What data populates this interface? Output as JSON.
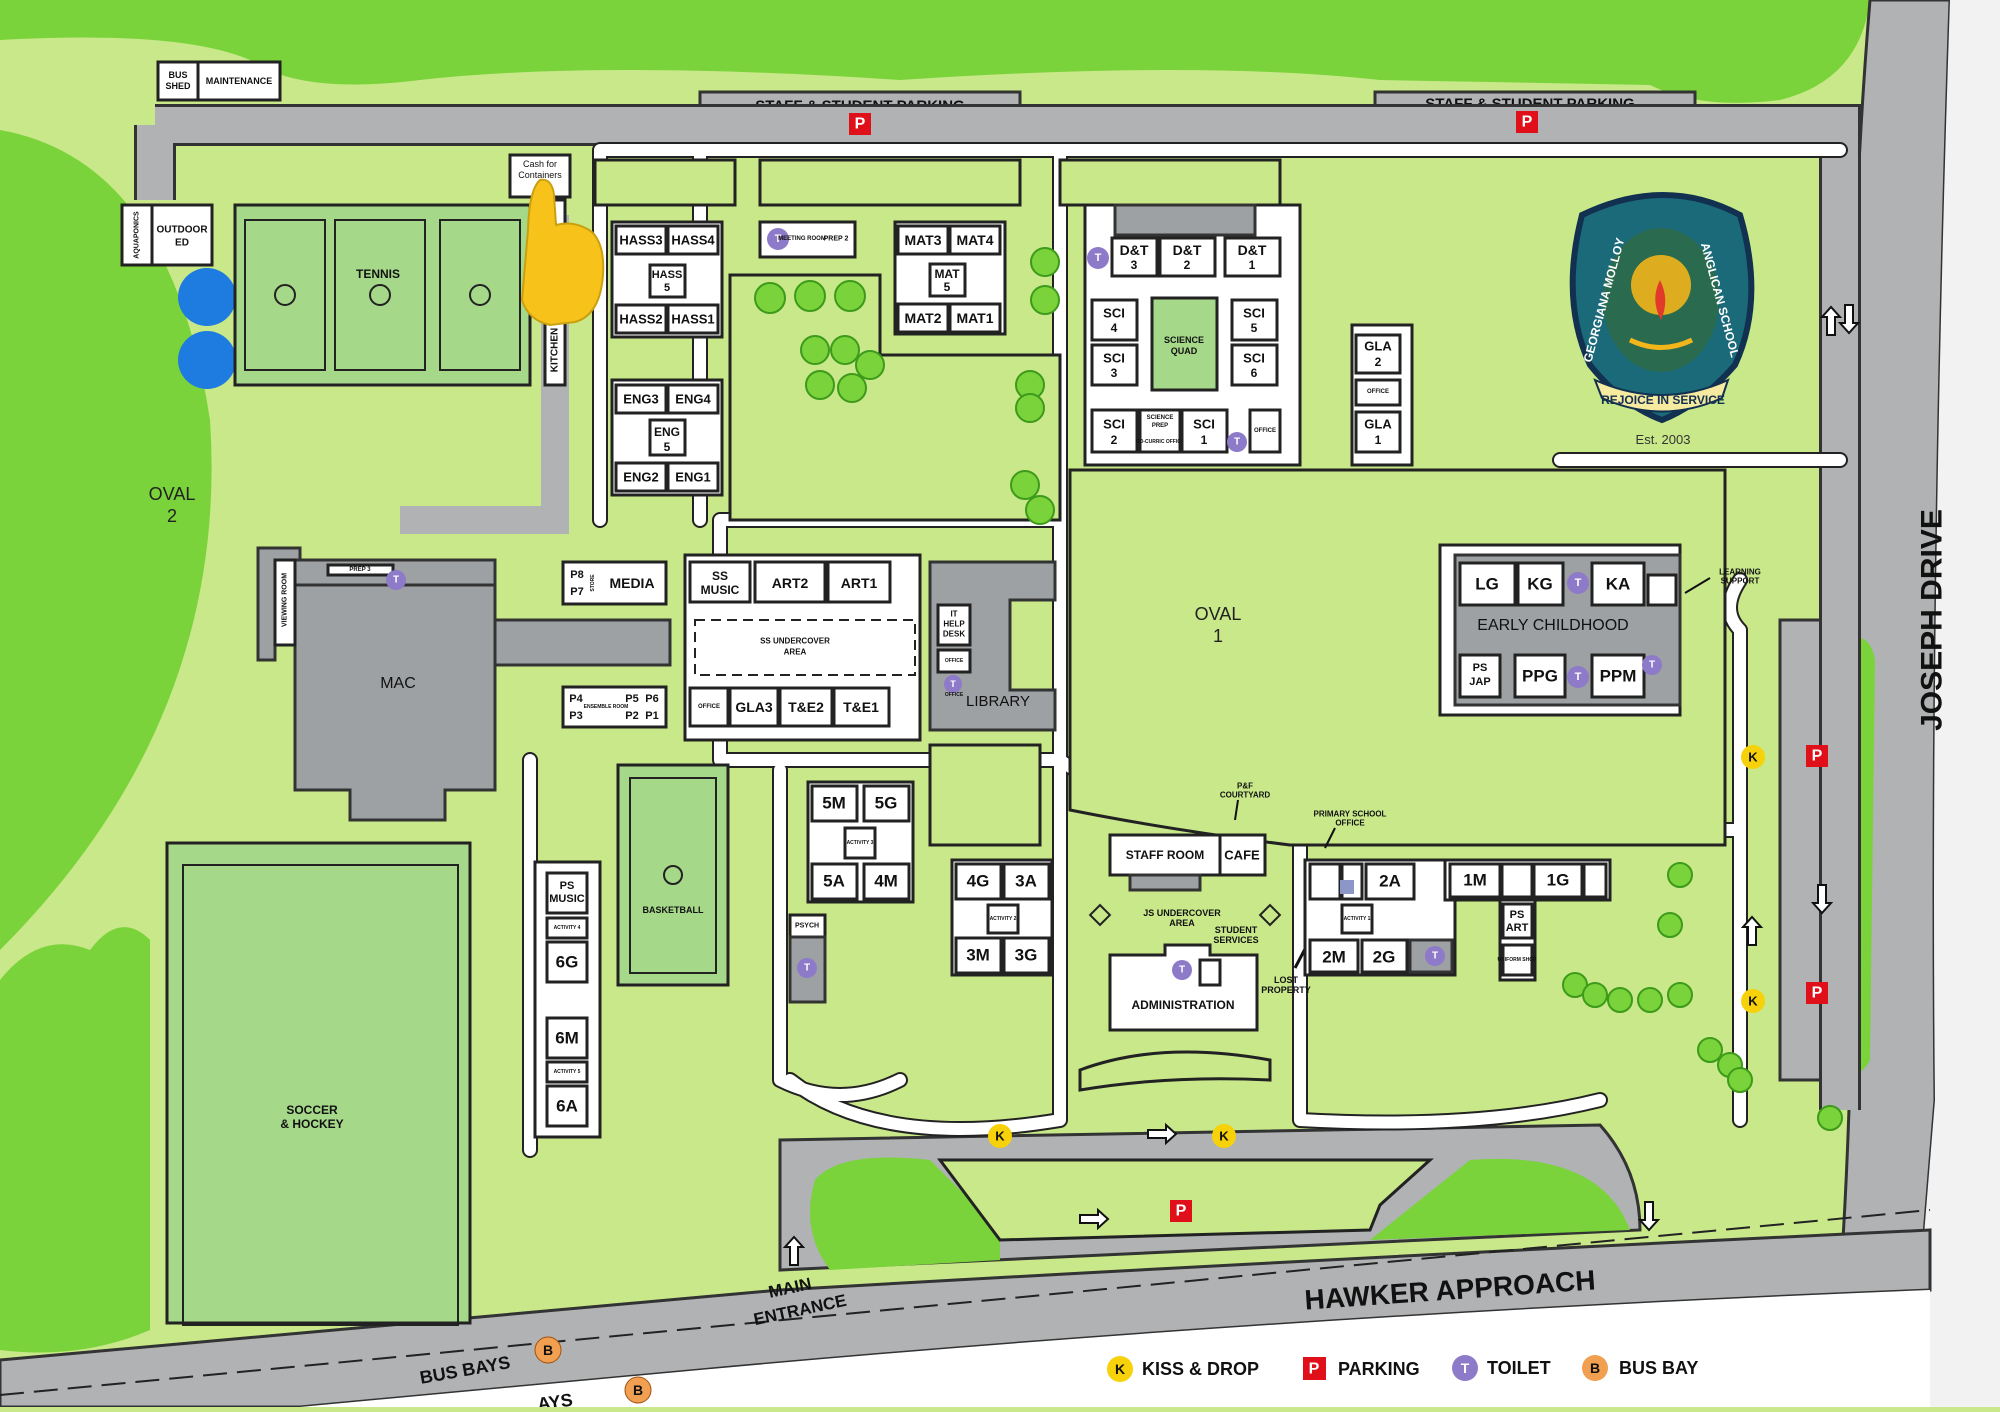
{
  "map": {
    "parking_top_left": "STAFF & STUDENT PARKING",
    "parking_top_right": "STAFF & STUDENT PARKING",
    "road_main": "HAWKER APPROACH",
    "road_side": "JOSEPH DRIVE",
    "bus_bays": "BUS BAYS",
    "bus_bays_2": "AYS",
    "main_entrance_1": "MAIN",
    "main_entrance_2": "ENTRANCE",
    "oval1_a": "OVAL",
    "oval1_b": "1",
    "oval2_a": "OVAL",
    "oval2_b": "2",
    "marker_p": "P",
    "marker_k": "K",
    "marker_t": "T",
    "marker_b": "B"
  },
  "logo": {
    "name_left": "GEORGIANA MOLLOY",
    "name_right": "ANGLICAN SCHOOL",
    "motto": "REJOICE IN SERVICE",
    "est": "Est. 2003"
  },
  "buildings": {
    "bus_shed_1": "BUS",
    "bus_shed_2": "SHED",
    "maintenance": "MAINTENANCE",
    "aquaponics": "AQUAPONICS",
    "outdoor_ed_1": "OUTDOOR",
    "outdoor_ed_2": "ED",
    "tennis": "TENNIS",
    "cash_1": "Cash for",
    "cash_2": "Containers",
    "kitchen": "KITCHEN",
    "hass3": "HASS3",
    "hass4": "HASS4",
    "hass5a": "HASS",
    "hass5b": "5",
    "hass2": "HASS2",
    "hass1": "HASS1",
    "meeting_room": "MEETING ROOM",
    "prep2": "PREP 2",
    "mat3": "MAT3",
    "mat4": "MAT4",
    "mat5a": "MAT",
    "mat5b": "5",
    "mat2": "MAT2",
    "mat1": "MAT1",
    "dt3a": "D&T",
    "dt3b": "3",
    "dt2a": "D&T",
    "dt2b": "2",
    "dt1a": "D&T",
    "dt1b": "1",
    "sci4a": "SCI",
    "sci4b": "4",
    "sci3a": "SCI",
    "sci3b": "3",
    "sci5a": "SCI",
    "sci5b": "5",
    "sci6a": "SCI",
    "sci6b": "6",
    "sci2a": "SCI",
    "sci2b": "2",
    "sci1a": "SCI",
    "sci1b": "1",
    "science_quad_1": "SCIENCE",
    "science_quad_2": "QUAD",
    "science_prep_1": "SCIENCE",
    "science_prep_2": "PREP",
    "co_curric": "CO-CURRIC OFFICE",
    "office": "OFFICE",
    "gla2a": "GLA",
    "gla2b": "2",
    "gla1a": "GLA",
    "gla1b": "1",
    "eng3": "ENG3",
    "eng4": "ENG4",
    "eng5a": "ENG",
    "eng5b": "5",
    "eng2": "ENG2",
    "eng1": "ENG1",
    "prep3": "PREP 3",
    "viewing_room": "VIEWING ROOM",
    "mac": "MAC",
    "p8": "P8",
    "p7": "P7",
    "store": "STORE",
    "media": "MEDIA",
    "p4": "P4",
    "p3": "P3",
    "ensemble": "ENSEMBLE ROOM",
    "p5": "P5",
    "p6": "P6",
    "p2": "P2",
    "p1": "P1",
    "ss_music_1": "SS",
    "ss_music_2": "MUSIC",
    "art2": "ART2",
    "art1": "ART1",
    "ss_undercover_1": "SS UNDERCOVER",
    "ss_undercover_2": "AREA",
    "gla3": "GLA3",
    "te2": "T&E2",
    "te1": "T&E1",
    "it_1": "IT",
    "it_2": "HELP",
    "it_3": "DESK",
    "library": "LIBRARY",
    "lg": "LG",
    "kg": "KG",
    "ka": "KA",
    "early_childhood": "EARLY CHILDHOOD",
    "learning_support_1": "LEARNING",
    "learning_support_2": "SUPPORT",
    "ps_jap_1": "PS",
    "ps_jap_2": "JAP",
    "ppg": "PPG",
    "ppm": "PPM",
    "m5": "5M",
    "g5": "5G",
    "activity3": "ACTIVITY 3",
    "a5": "5A",
    "m4": "4M",
    "basketball": "BASKETBALL",
    "psych": "PSYCH",
    "ps_music_1": "PS",
    "ps_music_2": "MUSIC",
    "activity4": "ACTIVITY 4",
    "g6": "6G",
    "m6": "6M",
    "activity5": "ACTIVITY 5",
    "a6": "6A",
    "soccer_1": "SOCCER",
    "soccer_2": "& HOCKEY",
    "g4": "4G",
    "a3": "3A",
    "activity2": "ACTIVITY 2",
    "m3": "3M",
    "g3": "3G",
    "staff_room": "STAFF ROOM",
    "cafe": "CAFE",
    "pf_1": "P&F",
    "pf_2": "COURTYARD",
    "js_undercover_1": "JS UNDERCOVER",
    "js_undercover_2": "AREA",
    "student_services_1": "STUDENT",
    "student_services_2": "SERVICES",
    "administration": "ADMINISTRATION",
    "lost_1": "LOST",
    "lost_2": "PROPERTY",
    "ps_office_1": "PRIMARY SCHOOL",
    "ps_office_2": "OFFICE",
    "a2": "2A",
    "activity1": "ACTIVITY 1",
    "m2": "2M",
    "g2": "2G",
    "m1": "1M",
    "g1": "1G",
    "ps_art_1": "PS",
    "ps_art_2": "ART",
    "uniform": "UNIFORM SHOP"
  },
  "legend": {
    "kiss_drop": "KISS & DROP",
    "parking": "PARKING",
    "toilet": "TOILET",
    "bus_bay": "BUS BAY"
  },
  "colors": {
    "grass": "#c8e88a",
    "dark_green": "#7ad33a",
    "parking_red": "#e0101a",
    "kiss_yellow": "#f7d20a",
    "toilet_purple": "#8d7ac8",
    "bus_orange": "#f0a050",
    "court_blue": "#1e7be0"
  }
}
